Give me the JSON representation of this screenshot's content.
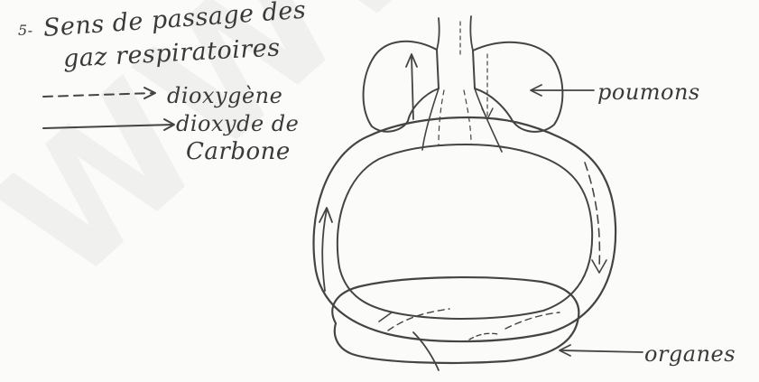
{
  "question": {
    "number": "5-",
    "title_line1": "Sens de passage des",
    "title_line2": "gaz respiratoires"
  },
  "legend": {
    "dashed_label": "dioxygène",
    "solid_label_line1": "dioxyde de",
    "solid_label_line2": "Carbone"
  },
  "labels": {
    "lungs": "poumons",
    "organs": "organes"
  },
  "watermark": "WWW.ORNIFO"
}
